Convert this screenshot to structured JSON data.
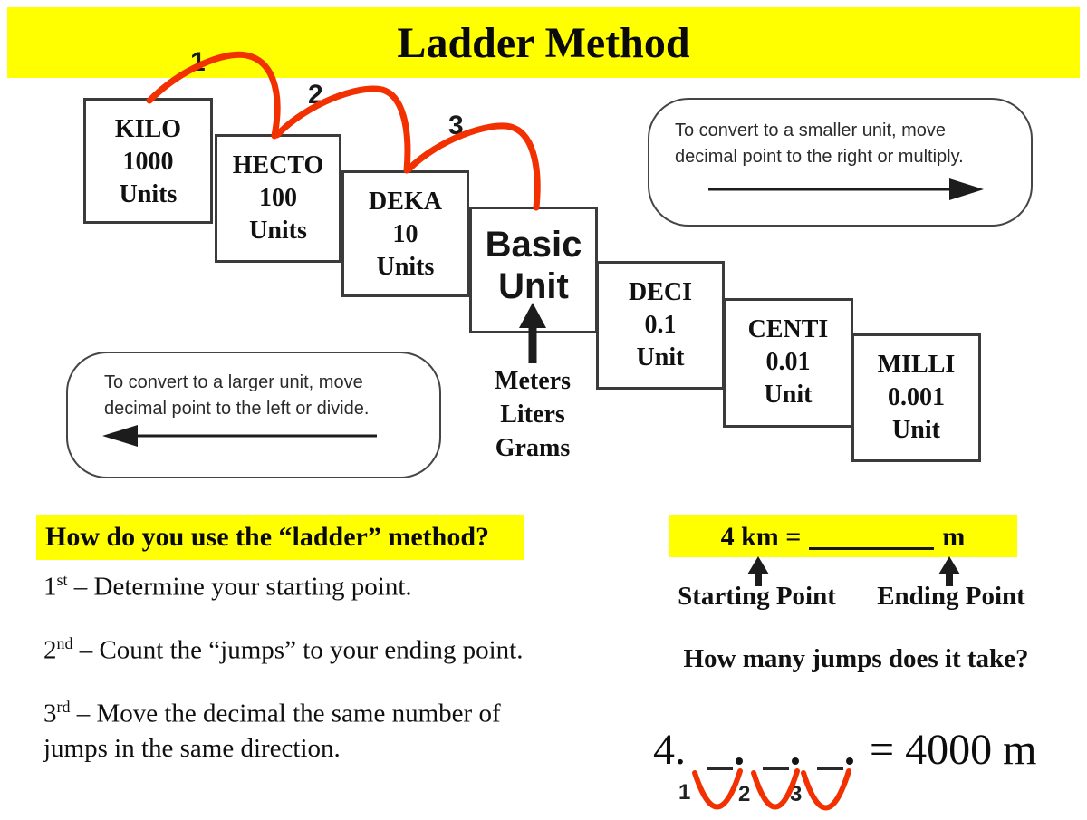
{
  "page": {
    "title": "Ladder Method"
  },
  "colors": {
    "highlight": "#FFFF00",
    "jump_arrow": "#F23000",
    "box_border": "#3b3b3b"
  },
  "ladder": {
    "jump_labels": [
      "1",
      "2",
      "3"
    ],
    "boxes": [
      {
        "line1": "KILO",
        "line2": "1000",
        "line3": "Units"
      },
      {
        "line1": "HECTO",
        "line2": "100",
        "line3": "Units"
      },
      {
        "line1": "DEKA",
        "line2": "10",
        "line3": "Units"
      },
      {
        "line1": "Basic",
        "line2": "Unit"
      },
      {
        "line1": "DECI",
        "line2": "0.1",
        "line3": "Unit"
      },
      {
        "line1": "CENTI",
        "line2": "0.01",
        "line3": "Unit"
      },
      {
        "line1": "MILLI",
        "line2": "0.001",
        "line3": "Unit"
      }
    ],
    "base_examples": [
      "Meters",
      "Liters",
      "Grams"
    ]
  },
  "callouts": {
    "smaller_line1": "To convert to a smaller unit, move",
    "smaller_line2": "decimal  point to the right or multiply.",
    "larger_line1": "To convert to a larger unit, move",
    "larger_line2": "decimal  point to the left or divide."
  },
  "how_to": {
    "heading": "How do you use the “ladder” method?",
    "step1_ord": "1",
    "step1_sup": "st",
    "step1_text": " – Determine your starting point.",
    "step2_ord": "2",
    "step2_sup": "nd",
    "step2_text": " – Count the “jumps” to your ending point.",
    "step3_ord": "3",
    "step3_sup": "rd",
    "step3_text": " – Move the decimal the same number of",
    "step3_text2": "jumps in the same direction."
  },
  "example": {
    "problem_lhs": "4 km =",
    "problem_unit": "m",
    "starting_label": "Starting Point",
    "ending_label": "Ending Point",
    "question": "How many jumps does it take?",
    "work_start": "4.",
    "jump_numbers": [
      "1",
      "2",
      "3"
    ],
    "result": "= 4000 m"
  }
}
